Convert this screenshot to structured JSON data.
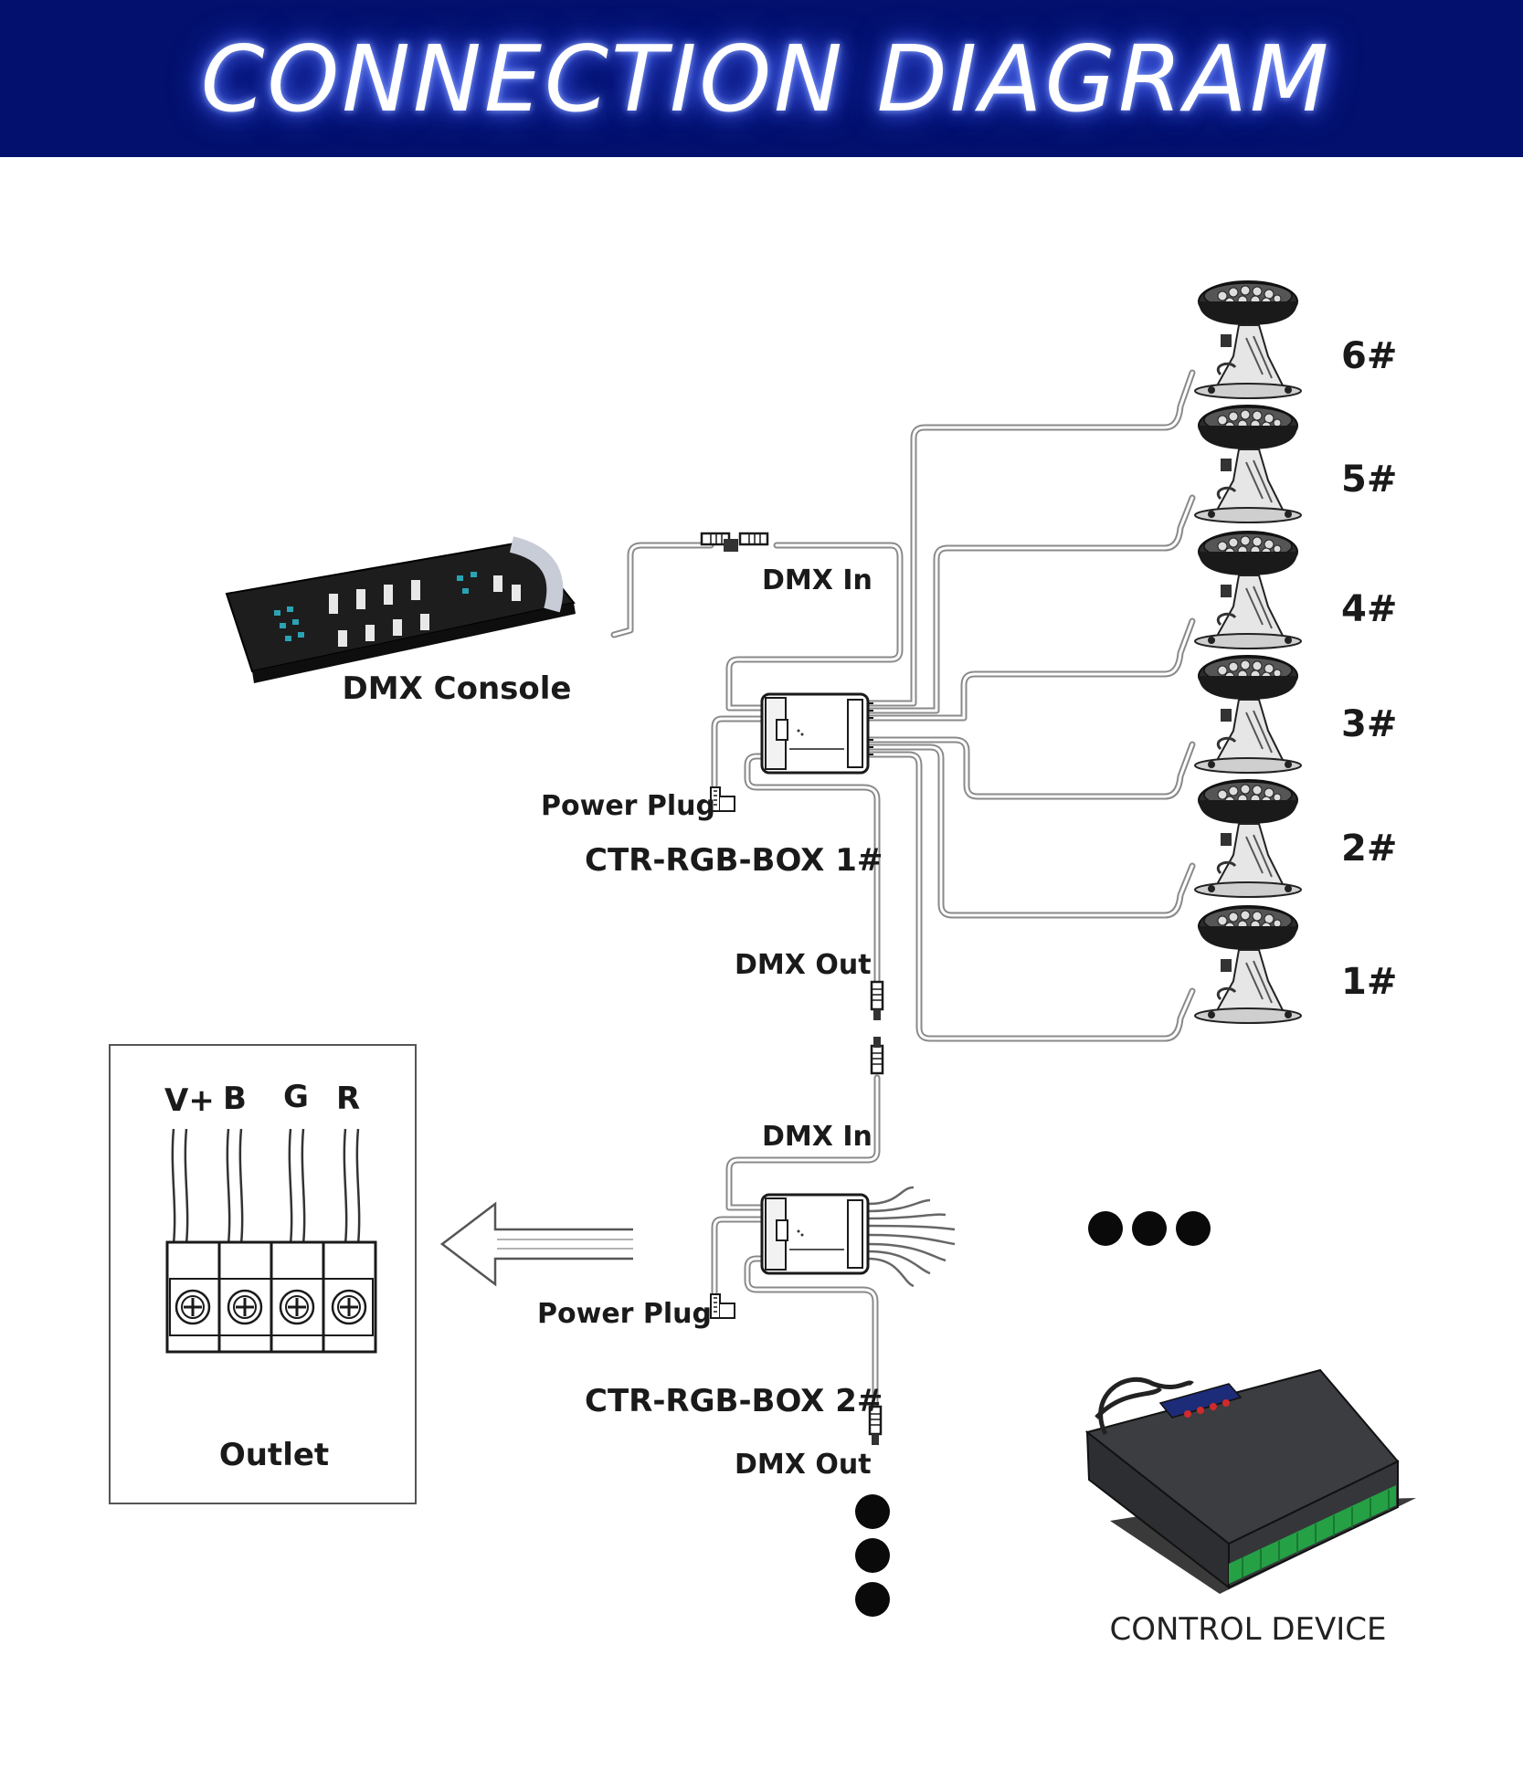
{
  "header": {
    "title": "CONNECTION DIAGRAM"
  },
  "labels": {
    "dmx_console": "DMX Console",
    "dmx_in": "DMX In",
    "dmx_out": "DMX Out",
    "power_plug": "Power Plug",
    "box1": "CTR-RGB-BOX 1#",
    "box2": "CTR-RGB-BOX 2#",
    "outlet": "Outlet",
    "control_device": "CONTROL DEVICE"
  },
  "outlet_terminals": [
    "V+",
    "B",
    "G",
    "R"
  ],
  "lights": [
    "6#",
    "5#",
    "4#",
    "3#",
    "2#",
    "1#"
  ],
  "colors": {
    "header_bg": "#03106d",
    "title_glow": "#5a78ff",
    "wire": "#777777",
    "device_dark": "#2d2d2d",
    "terminal_green": "#25a045"
  }
}
